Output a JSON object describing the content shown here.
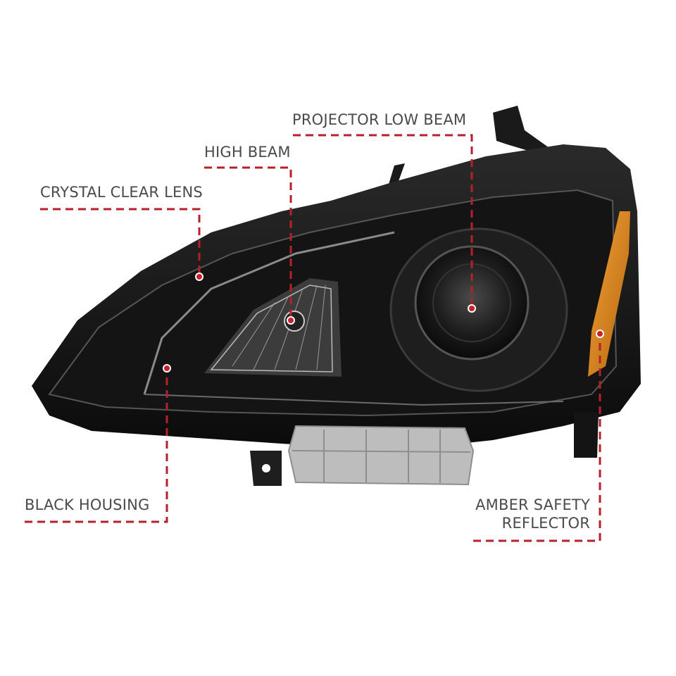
{
  "callouts": {
    "projector_low_beam": "PROJECTOR LOW BEAM",
    "high_beam": "HIGH BEAM",
    "crystal_clear_lens": "CRYSTAL CLEAR LENS",
    "black_housing": "BLACK HOUSING",
    "amber_line1": "AMBER SAFETY",
    "amber_line2": "REFLECTOR"
  },
  "colors": {
    "callout_line": "#b5202a",
    "label_text": "#4a4a4a",
    "housing": "#111111",
    "amber": "#e08a10",
    "connector": "#b8b8b8"
  }
}
